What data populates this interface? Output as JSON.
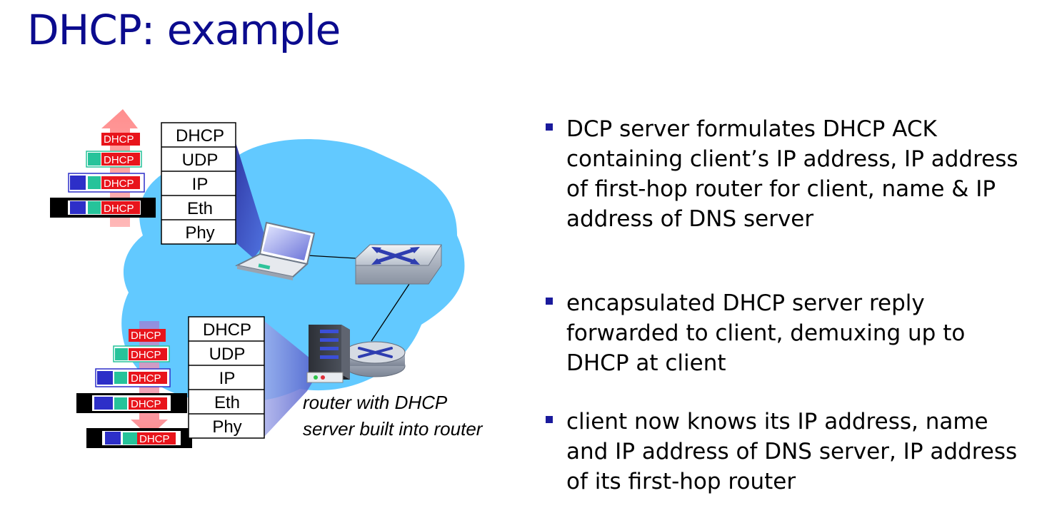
{
  "title": "DHCP: example",
  "stack_layers": [
    "DHCP",
    "UDP",
    "IP",
    "Eth",
    "Phy"
  ],
  "frame_label": "DHCP",
  "router_caption": "router with DHCP server built into router",
  "bullets": [
    "DCP server formulates DHCP ACK containing client’s IP address, IP address of first-hop router for client, name & IP address of DNS server",
    "encapsulated DHCP server reply forwarded to client, demuxing up to DHCP at client",
    "client now knows its IP address, name and IP address of DNS server, IP address of its first-hop router"
  ],
  "colors": {
    "title": "#0b0b8e",
    "network_cloud": "#62c9ff",
    "dhcp_header": "#e8141b",
    "udp_header": "#26c39a",
    "ip_header": "#2d2fc8",
    "eth_header": "#000000",
    "bullet": "#1a1a9c"
  },
  "icons": [
    "laptop-icon",
    "switch-icon",
    "server-icon",
    "router-icon",
    "up-arrow-icon",
    "down-arrow-icon"
  ]
}
